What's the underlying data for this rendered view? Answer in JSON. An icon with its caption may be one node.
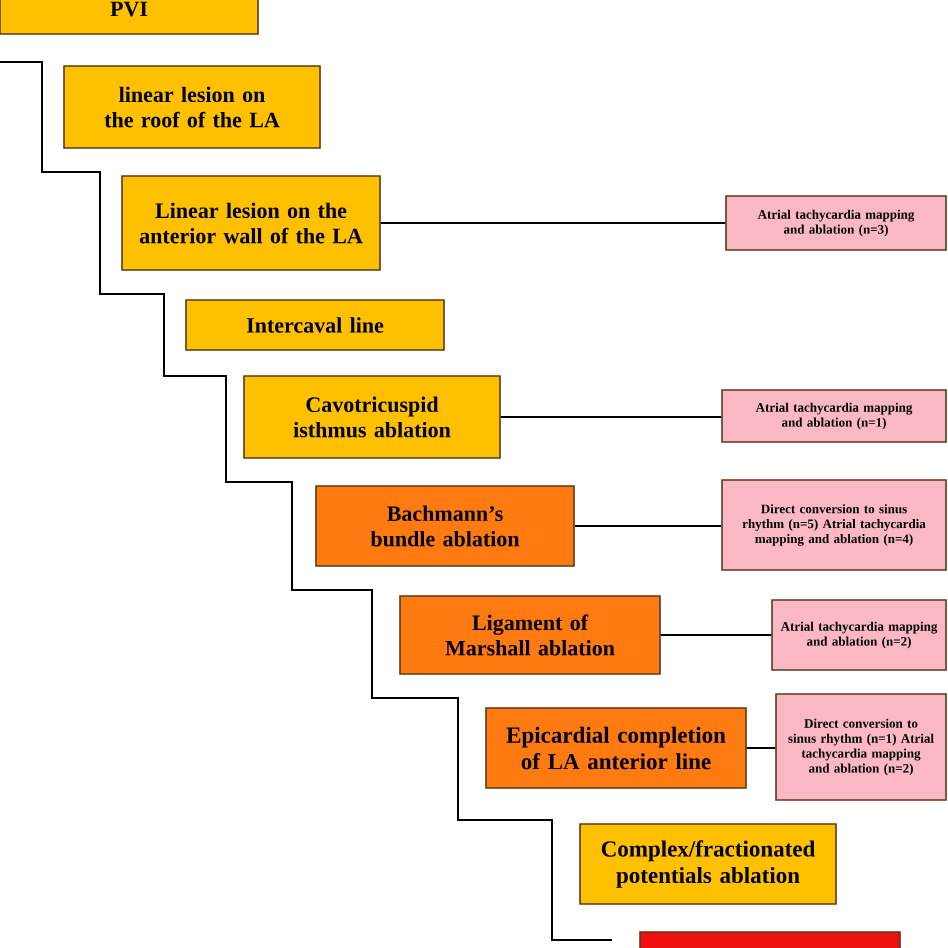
{
  "diagram": {
    "nodes": [
      {
        "text": [
          "PVI"
        ]
      },
      {
        "text": [
          "linear lesion on the roof of the LA"
        ]
      },
      {
        "text": [
          "Linear lesion on the anterior wall of the LA"
        ]
      },
      {
        "text": [
          "Intercaval line"
        ]
      },
      {
        "text": [
          "Cavotricuspid isthmus ablation"
        ]
      },
      {
        "text": [
          "Bachmann’s bundle ablation"
        ]
      },
      {
        "text": [
          "Ligament of Marshall ablation"
        ]
      },
      {
        "text": [
          "Epicardial completion of LA anterior line"
        ]
      },
      {
        "text": [
          "Complex/fractionated potentials ablation"
        ]
      },
      {
        "text": [],
        "shape": "box"
      },
      {
        "text": [
          "Atrial tachycardia mapping and ablation (n=3)"
        ]
      },
      {
        "text": [
          "Atrial tachycardia mapping and ablation (n=1)"
        ]
      },
      {
        "text": [
          "Direct conversion to sinus rhythm (n=5) Atrial tachycardia mapping and ablation (n=4)"
        ]
      },
      {
        "text": [
          "Atrial tachycardia mapping and ablation (n=2)"
        ]
      },
      {
        "text": [
          "Direct conversion to sinus rhythm (n=1) Atrial tachycardia mapping and ablation (n=2)"
        ]
      }
    ],
    "edges": [
      {
        "from": 2,
        "to": 10,
        "arrow": "none"
      },
      {
        "from": 4,
        "to": 11,
        "arrow": "none"
      },
      {
        "from": 5,
        "to": 12,
        "arrow": "none"
      },
      {
        "from": 6,
        "to": 13,
        "arrow": "none"
      },
      {
        "from": 7,
        "to": 14,
        "arrow": "none"
      }
    ]
  }
}
